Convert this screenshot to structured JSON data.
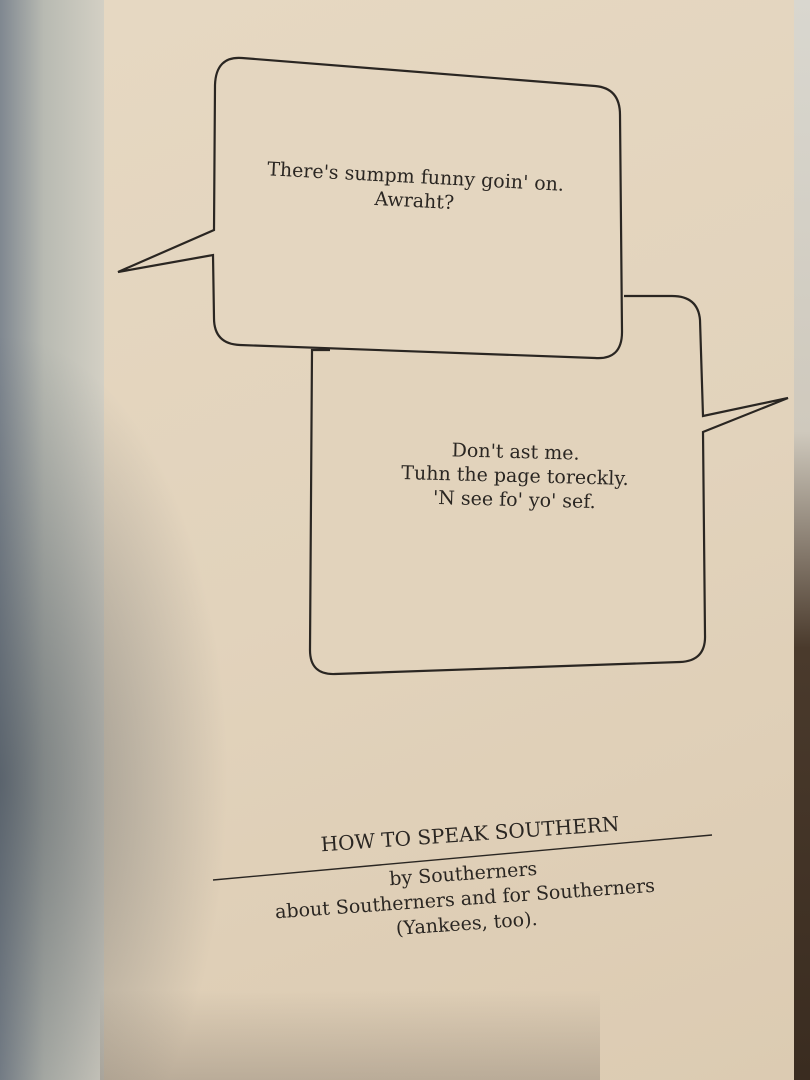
{
  "bubbles": [
    {
      "lines": [
        "There's sumpm funny goin' on.",
        "Awraht?"
      ]
    },
    {
      "lines": [
        "Don't ast me.",
        "Tuhn the page toreckly.",
        "'N see fo' yo' sef."
      ]
    }
  ],
  "book": {
    "title": "HOW TO SPEAK SOUTHERN",
    "subtitle_lines": [
      "by Southerners",
      "about Southerners and for Southerners",
      "(Yankees, too)."
    ]
  }
}
